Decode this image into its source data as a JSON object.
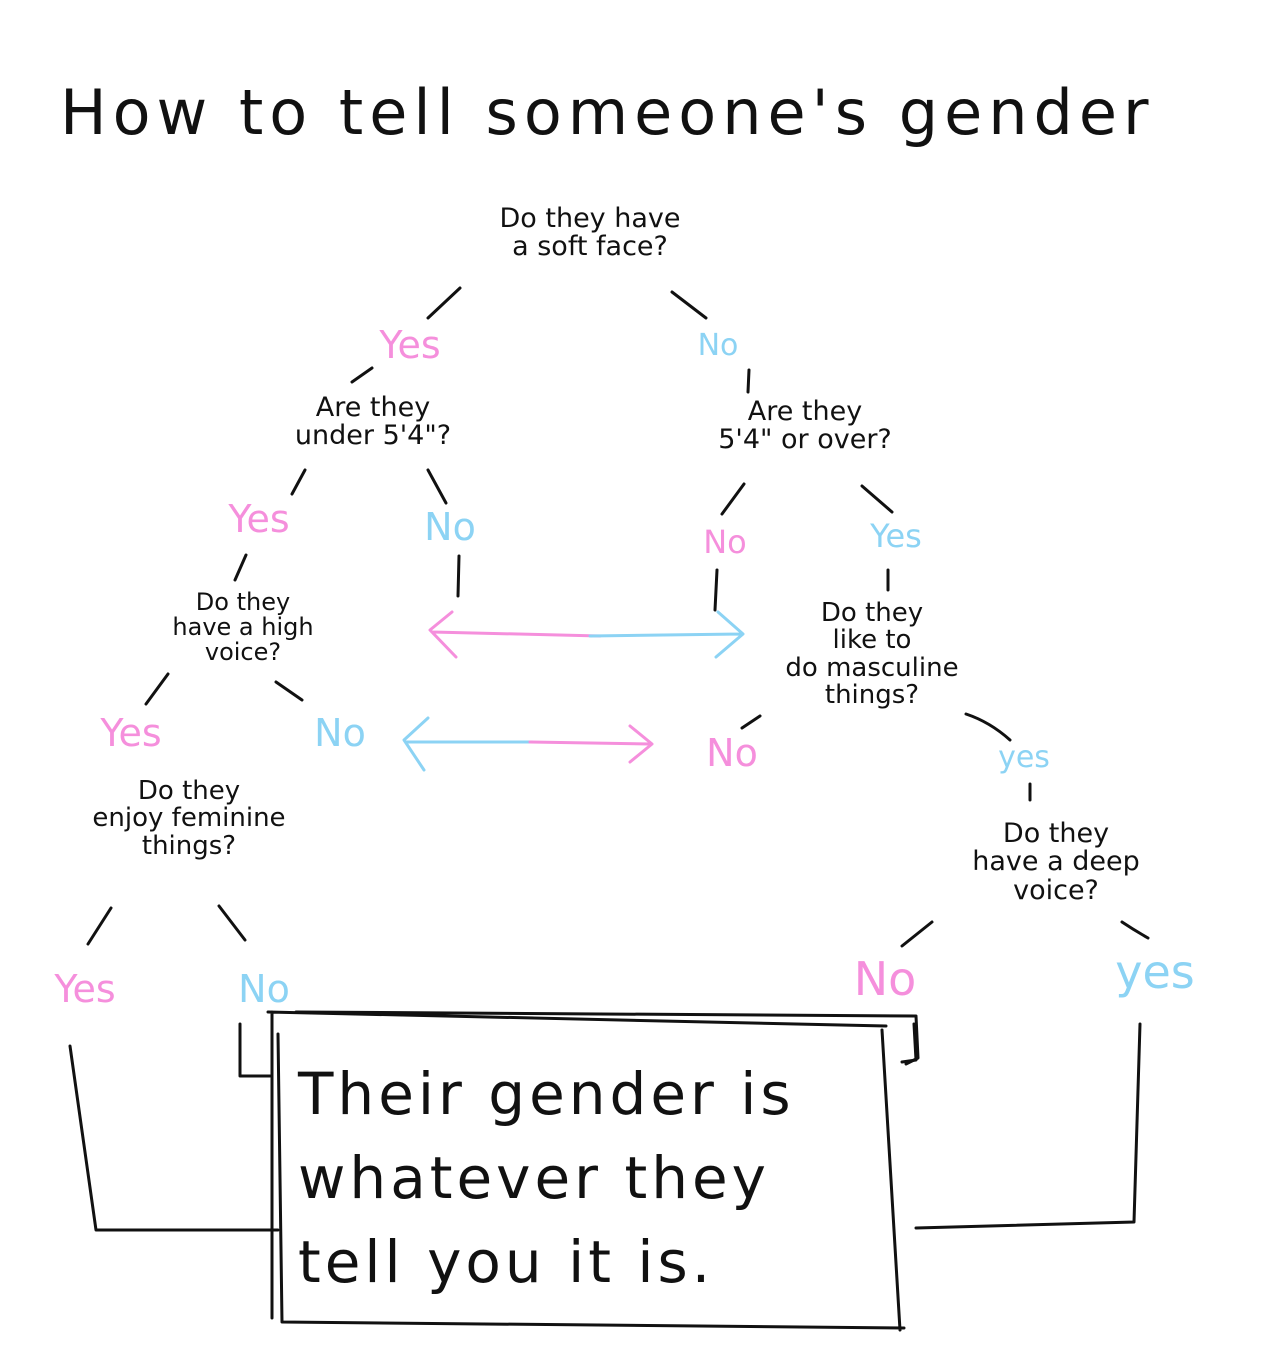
{
  "title": "How to tell someone's gender",
  "nodes": {
    "q_soft_face": "Do they have\na soft face?",
    "q_under_54": "Are they\nunder 5'4\"?",
    "q_54_over": "Are they\n5'4\" or over?",
    "q_high_voice": "Do they\nhave a high\nvoice?",
    "q_masculine": "Do they\nlike to\ndo masculine\nthings?",
    "q_feminine": "Do they\nenjoy feminine\nthings?",
    "q_deep_voice": "Do they\nhave a deep\nvoice?"
  },
  "answers": {
    "yes_1": "Yes",
    "no_1": "No",
    "yes_2": "Yes",
    "no_2": "No",
    "no_3": "No",
    "yes_3": "Yes",
    "yes_4": "Yes",
    "no_4": "No",
    "no_5": "No",
    "yes_5": "yes",
    "yes_6": "Yes",
    "no_6": "No",
    "no_7": "No",
    "yes_7": "yes"
  },
  "result": {
    "line1": "Their gender is",
    "line2": "whatever   they",
    "line3": "tell  you  it is."
  },
  "colors": {
    "ink": "#111111",
    "yes": "#f58fdc",
    "no": "#8cd3f4"
  }
}
